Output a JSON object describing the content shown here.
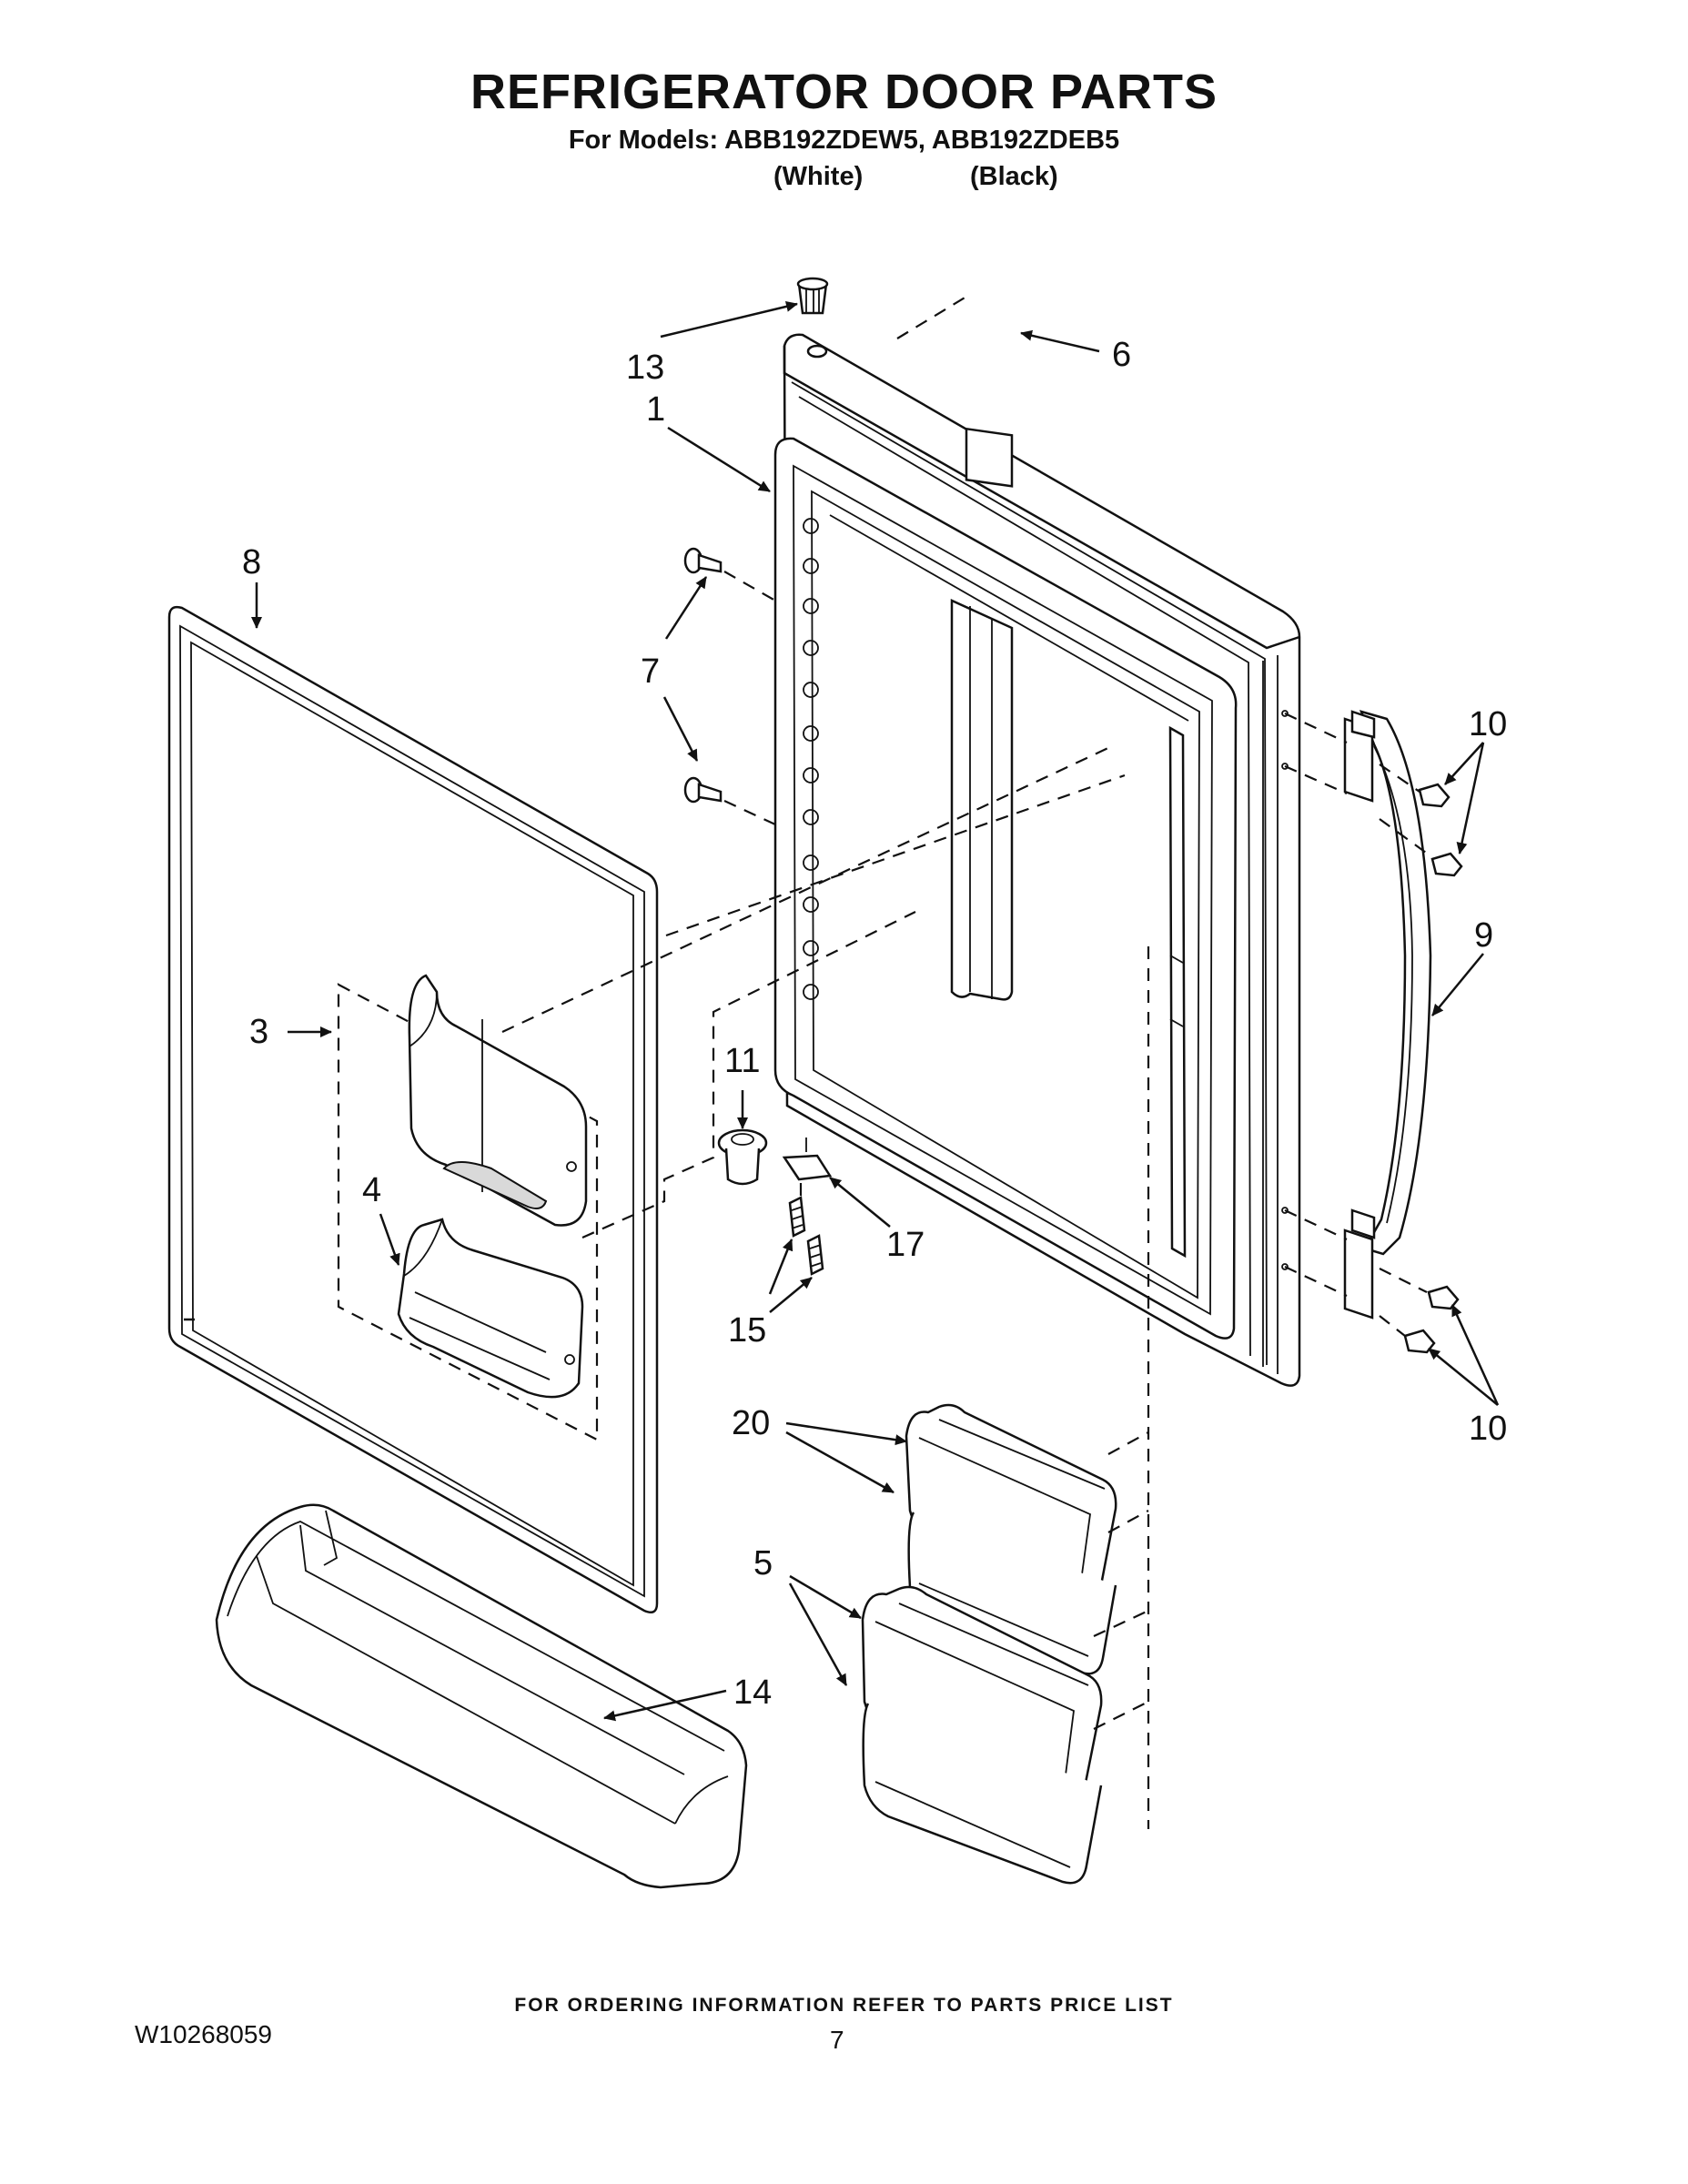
{
  "header": {
    "title": "REFRIGERATOR DOOR PARTS",
    "models_line": "For Models: ABB192ZDEW5, ABB192ZDEB5",
    "variant_white": "(White)",
    "variant_black": "(Black)"
  },
  "callouts": {
    "c13": "13",
    "c6": "6",
    "c1": "1",
    "c8": "8",
    "c7": "7",
    "c10a": "10",
    "c9": "9",
    "c3": "3",
    "c11": "11",
    "c4": "4",
    "c17": "17",
    "c15": "15",
    "c10b": "10",
    "c20": "20",
    "c5": "5",
    "c14": "14"
  },
  "footer": {
    "ordering_note": "FOR ORDERING INFORMATION REFER TO PARTS PRICE LIST",
    "document_number": "W10268059",
    "page_number": "7"
  }
}
